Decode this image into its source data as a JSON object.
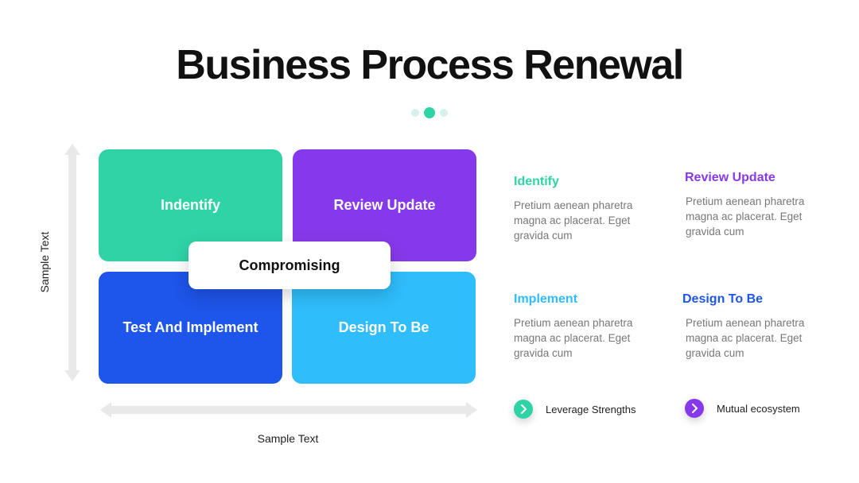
{
  "title": "Business Process Renewal",
  "quadrants": {
    "top_left": "Indentify",
    "top_right": "Review Update",
    "bottom_left": "Test And Implement",
    "bottom_right": "Design To Be",
    "center": "Compromising"
  },
  "axes": {
    "y_label": "Sample Text",
    "x_label": "Sample Text"
  },
  "items": [
    {
      "title": "Identify",
      "desc": "Pretium aenean pharetra magna ac placerat. Eget gravida cum",
      "color": "#2fd3a6"
    },
    {
      "title": "Review Update",
      "desc": "Pretium aenean pharetra magna ac placerat. Eget gravida cum",
      "color": "#8639ea"
    },
    {
      "title": "Implement",
      "desc": "Pretium aenean pharetra magna ac placerat. Eget gravida cum",
      "color": "#2fbdfb"
    },
    {
      "title": "Design To Be",
      "desc": "Pretium aenean pharetra magna ac placerat. Eget gravida cum",
      "color": "#1e55ea"
    }
  ],
  "legend": [
    {
      "label": "Leverage Strengths",
      "icon": "chevron-right-icon",
      "color": "#2fd3a6"
    },
    {
      "label": "Mutual ecosystem",
      "icon": "chevron-right-icon",
      "color": "#8639ea"
    }
  ],
  "colors": {
    "teal": "#2fd3a6",
    "purple": "#8639ea",
    "blue": "#1e55ea",
    "sky": "#2fbdfb"
  }
}
